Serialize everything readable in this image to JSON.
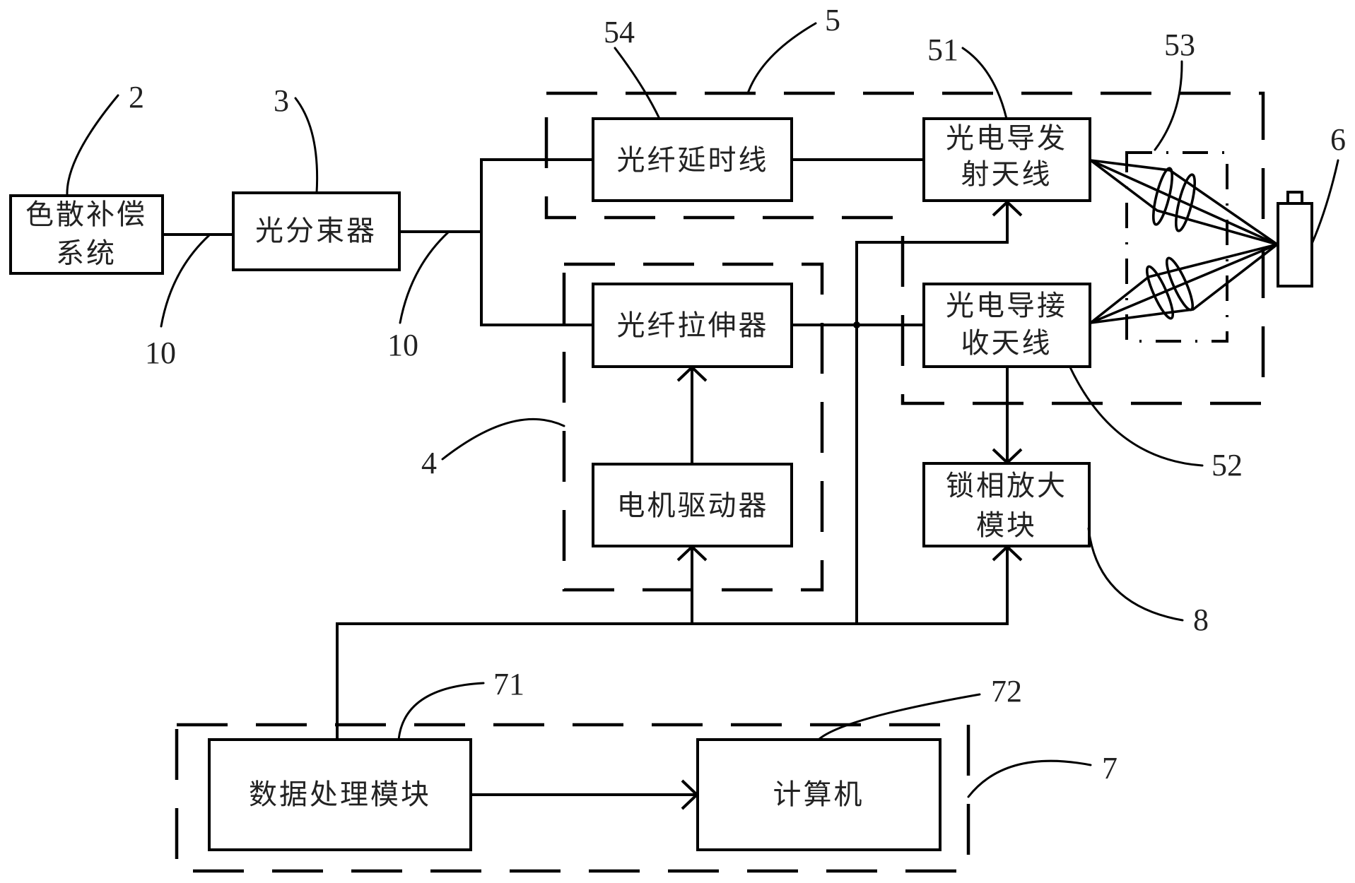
{
  "colors": {
    "background": "#ffffff",
    "line": "#000000",
    "text": "#222222"
  },
  "blocks": {
    "dispersion_compensation": {
      "line1": "色散补偿",
      "line2": "系统"
    },
    "beam_splitter": {
      "text": "光分束器"
    },
    "fiber_delay_line": {
      "text": "光纤延时线"
    },
    "pc_emitter_antenna": {
      "line1": "光电导发",
      "line2": "射天线"
    },
    "fiber_stretcher": {
      "text": "光纤拉伸器"
    },
    "pc_receiver_antenna": {
      "line1": "光电导接",
      "line2": "收天线"
    },
    "motor_driver": {
      "text": "电机驱动器"
    },
    "lockin_amplifier": {
      "line1": "锁相放大",
      "line2": "模块"
    },
    "data_processing": {
      "text": "数据处理模块"
    },
    "computer": {
      "text": "计算机"
    }
  },
  "reference_numerals": {
    "dispersion_compensation": "2",
    "beam_splitter": "3",
    "fiber_left": "10",
    "fiber_right": "10",
    "fiber_delay_line": "54",
    "module_5": "5",
    "pc_emitter_antenna": "51",
    "lens_group": "53",
    "sample": "6",
    "module_4": "4",
    "pc_receiver_antenna": "52",
    "lockin_amplifier": "8",
    "data_processing": "71",
    "computer": "72",
    "module_7": "7"
  }
}
